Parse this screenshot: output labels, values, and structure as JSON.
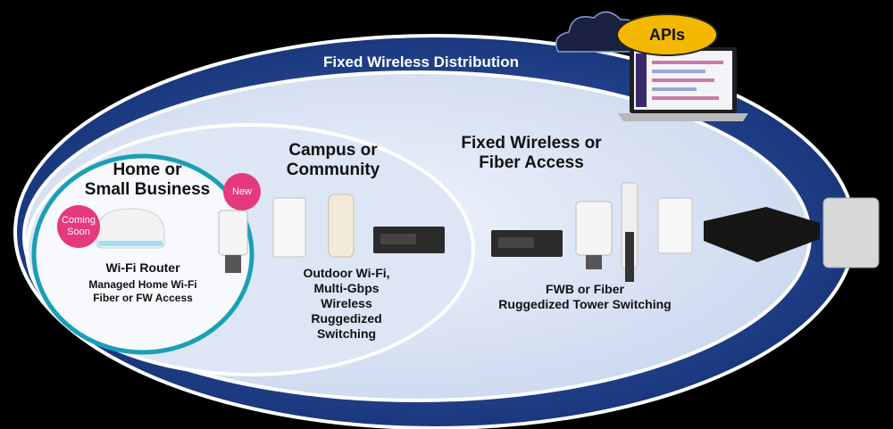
{
  "band_title": "Fixed Wireless Distribution",
  "apis": {
    "label": "APIs"
  },
  "home": {
    "title_line1": "Home or",
    "title_line2": "Small Business",
    "router_label": "Wi-Fi Router",
    "desc_line1": "Managed Home Wi-Fi",
    "desc_line2": "Fiber or FW Access",
    "badge_coming_line1": "Coming",
    "badge_coming_line2": "Soon",
    "badge_new": "New"
  },
  "campus": {
    "title_line1": "Campus or",
    "title_line2": "Community",
    "desc_line1": "Outdoor Wi-Fi,",
    "desc_line2": "Multi-Gbps",
    "desc_line3": "Wireless",
    "desc_line4": "Ruggedized",
    "desc_line5": "Switching"
  },
  "fixed": {
    "title_line1": "Fixed Wireless or",
    "title_line2": "Fiber Access",
    "desc_line1": "FWB or Fiber",
    "desc_line2": "Ruggedized Tower Switching"
  },
  "colors": {
    "outer_band": "#1c3f8f",
    "inner_fill": "#d5e0f2",
    "home_ring": "#1a9fb5",
    "badge": "#e6397d",
    "api": "#f5b800"
  }
}
